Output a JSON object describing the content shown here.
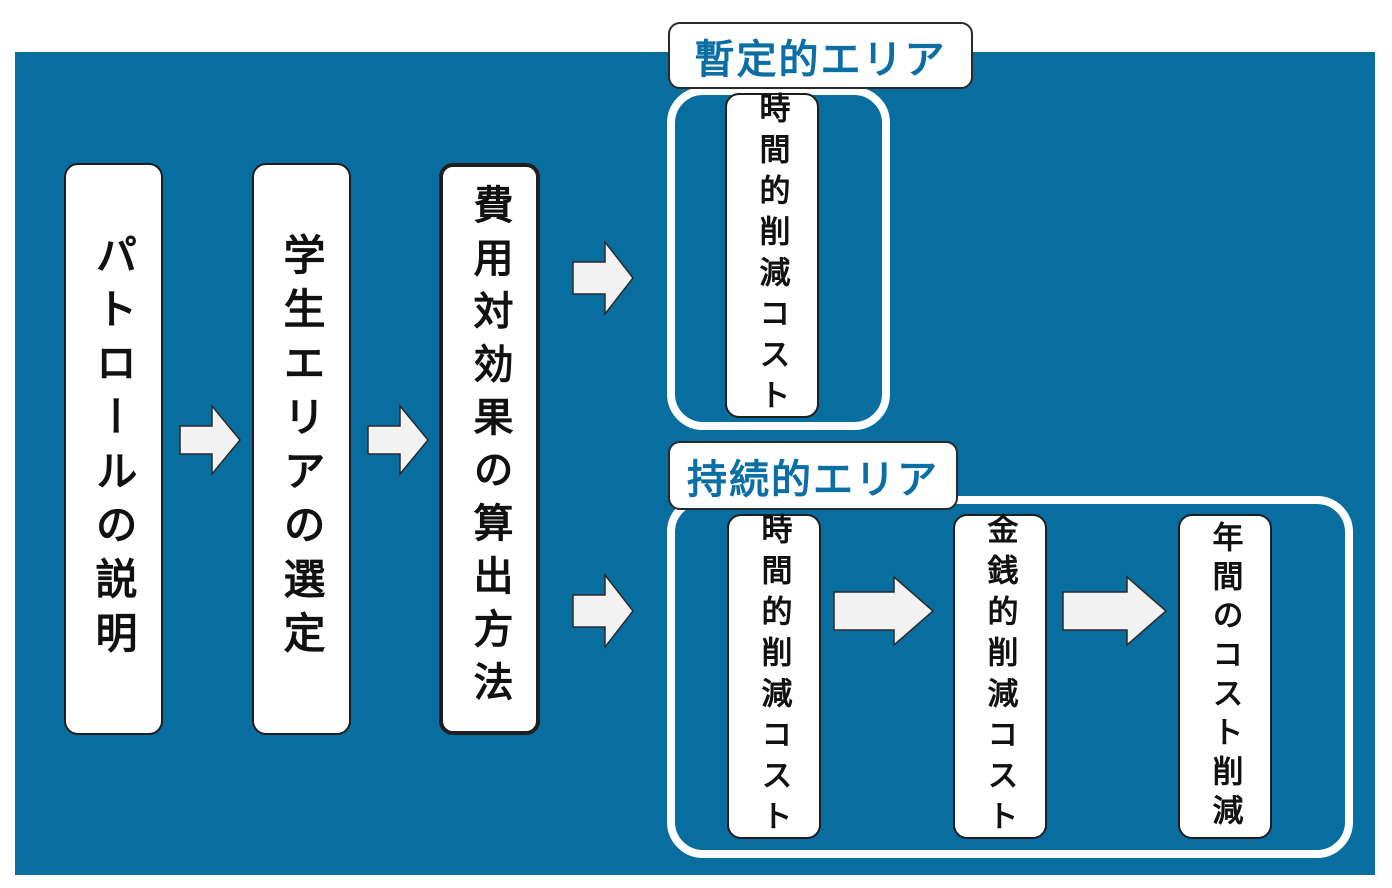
{
  "colors": {
    "background": "#086ea0",
    "box_fill": "#ffffff",
    "label_text": "#0b6fa5",
    "arrow_fill": "#f2f2f2"
  },
  "steps": {
    "step1": "パトロールの説明",
    "step2": "学生エリアの選定",
    "step3": "費用対効果の算出方法"
  },
  "temporary_area": {
    "label": "暫定的エリア",
    "item": "時間的削減コスト"
  },
  "sustained_area": {
    "label": "持続的エリア",
    "items": [
      "時間的削減コスト",
      "金銭的削減コスト",
      "年間のコスト削減"
    ]
  }
}
